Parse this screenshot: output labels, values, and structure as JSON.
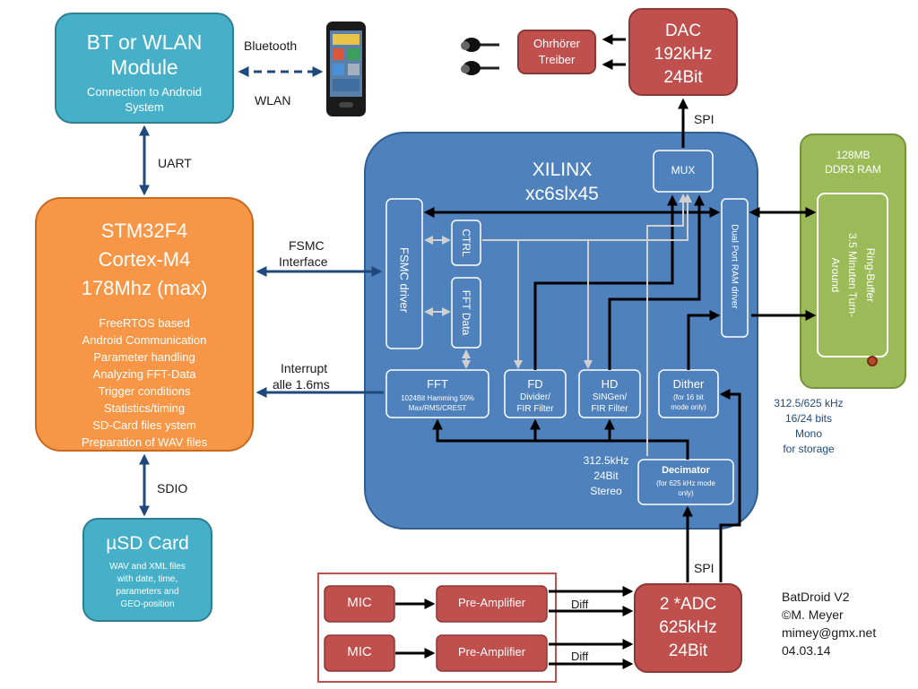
{
  "bt_module": {
    "title1": "BT or WLAN",
    "title2": "Module",
    "sub1": "Connection to Android",
    "sub2": "System"
  },
  "links": {
    "bluetooth": "Bluetooth",
    "wlan": "WLAN",
    "uart": "UART",
    "fsmc1": "FSMC",
    "fsmc2": "Interface",
    "irq1": "Interrupt",
    "irq2": "alle 1.6ms",
    "sdio": "SDIO",
    "spi_top": "SPI",
    "spi_bottom": "SPI",
    "diff1": "Diff",
    "diff2": "Diff"
  },
  "stm": {
    "l1": "STM32F4",
    "l2": "Cortex-M4",
    "l3": "178Mhz (max)",
    "features": [
      "FreeRTOS based",
      "Android Communication",
      "Parameter handling",
      "Analyzing FFT-Data",
      "Trigger conditions",
      "Statistics/timing",
      "SD-Card files ystem",
      "Preparation of WAV files"
    ]
  },
  "sd": {
    "title": "µSD Card",
    "d1": "WAV and XML files",
    "d2": "with date, time,",
    "d3": "parameters and",
    "d4": "GEO-position"
  },
  "dac": {
    "l1": "DAC",
    "l2": "192kHz",
    "l3": "24Bit"
  },
  "ohr": {
    "l1": "Ohrhörer",
    "l2": "Treiber"
  },
  "fpga": {
    "l1": "XILINX",
    "l2": "xc6slx45"
  },
  "blocks": {
    "mux": "MUX",
    "fsmc_driver": "FSMC driver",
    "ctrl": "CTRL",
    "fft_data": "FFT Data",
    "fft": {
      "title": "FFT",
      "sub1": "1024Bit Hamming 50%",
      "sub2": "Max/RMS/CREST"
    },
    "fd": {
      "title": "FD",
      "sub1": "Divider/",
      "sub2": "FIR Filter"
    },
    "hd": {
      "title": "HD",
      "sub1": "SINGen/",
      "sub2": "FIR Filter"
    },
    "dither": {
      "title": "Dither",
      "sub1": "(for 16 bit",
      "sub2": "mode only)"
    },
    "dpram": "Dual Port RAM driver",
    "decimator": {
      "title": "Decimator",
      "sub1": "(for 625 kHz mode",
      "sub2": "only)"
    }
  },
  "ram": {
    "l1": "128MB",
    "l2": "DDR3 RAM",
    "v1": "Ring-Buffer",
    "v2": "3.5 Minuten Turn-",
    "v3": "Around"
  },
  "storage": {
    "l1": "312.5/625 kHz",
    "l2": "16/24 bits",
    "l3": "Mono",
    "l4": "for storage"
  },
  "dec_out": {
    "l1": "312.5kHz",
    "l2": "24Bit",
    "l3": "Stereo"
  },
  "adc": {
    "l1": "2 *ADC",
    "l2": "625kHz",
    "l3": "24Bit"
  },
  "mic1": "MIC",
  "mic2": "MIC",
  "preamp1": "Pre-Amplifier",
  "preamp2": "Pre-Amplifier",
  "credits": {
    "l1": "BatDroid V2",
    "l2": "©M. Meyer",
    "l3": "mimey@gmx.net",
    "l4": "04.03.14"
  },
  "colors": {
    "teal": "#45b0c8",
    "orange": "#f79646",
    "blue": "#4f81bd",
    "red": "#c0504d",
    "green": "#9bbb59",
    "navy": "#1f497d"
  }
}
